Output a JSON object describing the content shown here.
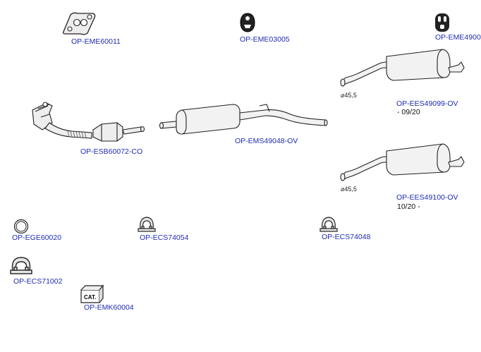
{
  "parts": {
    "eme60011": {
      "label": "OP-EME60011",
      "icon": "flange-gasket-icon"
    },
    "eme03005": {
      "label": "OP-EME03005",
      "icon": "rubber-hanger-icon"
    },
    "eme4900": {
      "label": "OP-EME4900",
      "icon": "rubber-mount-icon"
    },
    "ees49099": {
      "label": "OP-EES49099-OV",
      "note": "- 09/20",
      "dimension": "⌀45,5",
      "icon": "rear-silencer-icon"
    },
    "esb60072": {
      "label": "OP-ESB60072-CO",
      "icon": "catalytic-converter-icon"
    },
    "ems49048": {
      "label": "OP-EMS49048-OV",
      "icon": "middle-silencer-icon"
    },
    "ees49100": {
      "label": "OP-EES49100-OV",
      "note": "10/20 -",
      "dimension": "⌀45,5",
      "icon": "rear-silencer-icon"
    },
    "ege60020": {
      "label": "OP-EGE60020",
      "icon": "gasket-ring-icon"
    },
    "ecs74054": {
      "label": "OP-ECS74054",
      "icon": "pipe-clamp-icon"
    },
    "ecs74048": {
      "label": "OP-ECS74048",
      "icon": "pipe-clamp-icon"
    },
    "ecs71002": {
      "label": "OP-ECS71002",
      "icon": "pipe-clamp-icon"
    },
    "emk60004": {
      "label": "OP-EMK60004",
      "badge": "CAT.",
      "icon": "mounting-kit-box-icon"
    }
  },
  "colors": {
    "link": "#1f2bb5",
    "stroke": "#333333",
    "fill": "#f2f2f2"
  }
}
